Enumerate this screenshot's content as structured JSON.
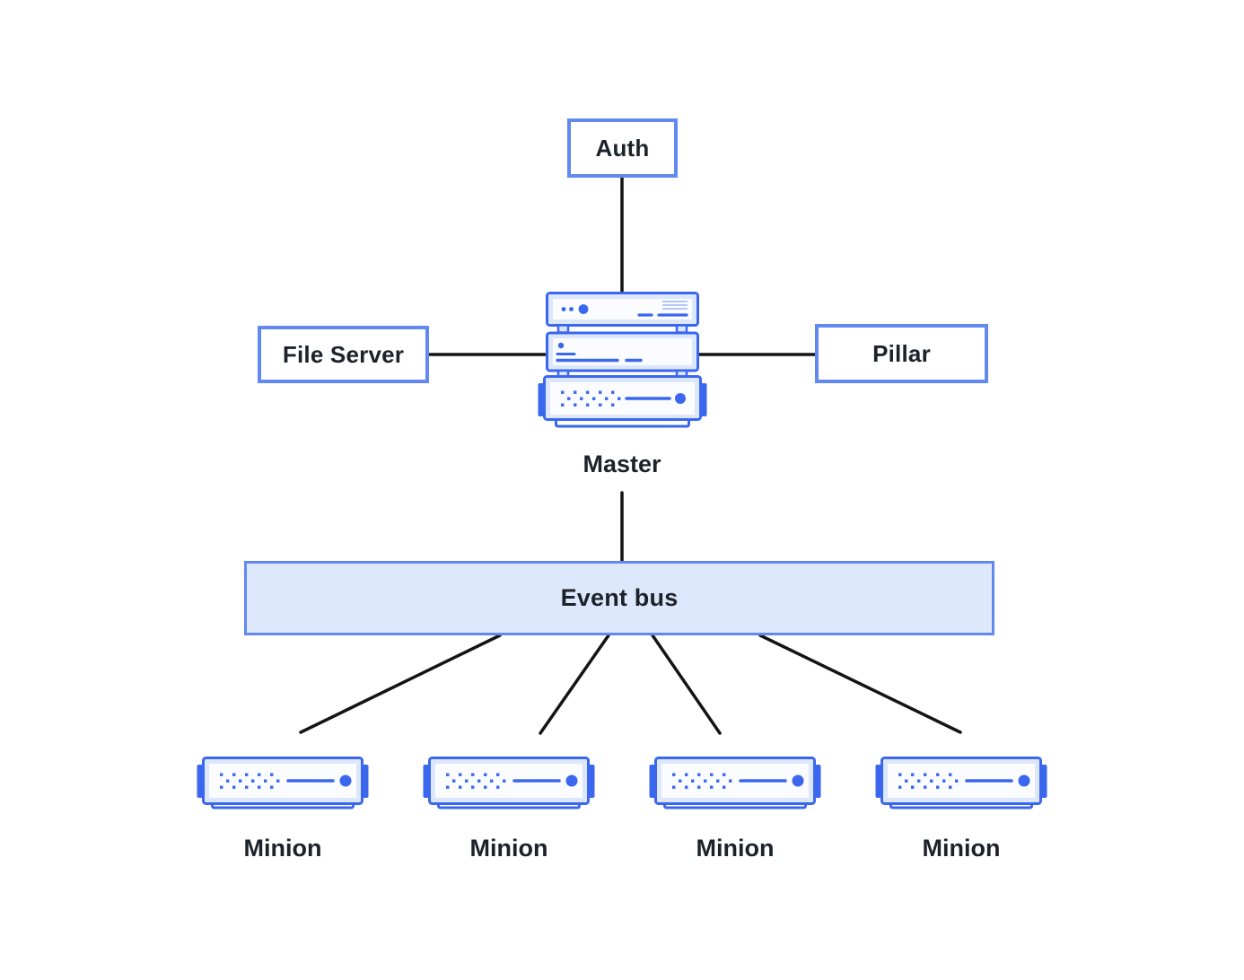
{
  "nodes": {
    "auth": {
      "label": "Auth"
    },
    "file_server": {
      "label": "File Server"
    },
    "pillar": {
      "label": "Pillar"
    },
    "master": {
      "label": "Master",
      "icon": "server-stack-icon"
    },
    "event_bus": {
      "label": "Event bus"
    },
    "minions": [
      {
        "label": "Minion",
        "icon": "server-icon"
      },
      {
        "label": "Minion",
        "icon": "server-icon"
      },
      {
        "label": "Minion",
        "icon": "server-icon"
      },
      {
        "label": "Minion",
        "icon": "server-icon"
      }
    ]
  },
  "edges": [
    {
      "from": "auth",
      "to": "master"
    },
    {
      "from": "file_server",
      "to": "master"
    },
    {
      "from": "master",
      "to": "pillar"
    },
    {
      "from": "master",
      "to": "event_bus"
    },
    {
      "from": "event_bus",
      "to": "minion-1"
    },
    {
      "from": "event_bus",
      "to": "minion-2"
    },
    {
      "from": "event_bus",
      "to": "minion-3"
    },
    {
      "from": "event_bus",
      "to": "minion-4"
    }
  ],
  "colors": {
    "icon_accent_blue": "#3A67EE",
    "box_border_blue": "#6289F0",
    "light_blue_fill": "#DEE8FC",
    "icon_panel_fill": "#DCE7FB",
    "icon_inner_white": "#FAFCFF",
    "connector_line": "#141414",
    "text": "#1D212A",
    "background": "#FFFFFF"
  }
}
